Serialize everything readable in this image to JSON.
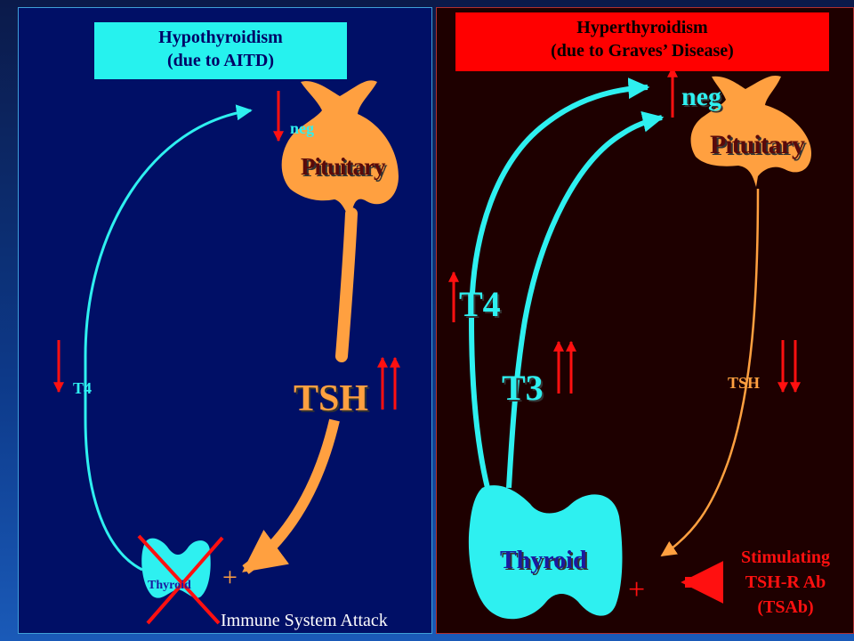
{
  "left": {
    "title_line1": "Hypothyroidism",
    "title_line2": "(due to AITD)",
    "pituitary_label": "Pituitary",
    "neg_label": "neg",
    "t4_label": "T4",
    "tsh_label": "TSH",
    "thyroid_label": "Thyroid",
    "plus_sign": "+",
    "immune_label": "Immune System Attack"
  },
  "right": {
    "title_line1": "Hyperthyroidism",
    "title_line2": "(due to Graves’ Disease)",
    "pituitary_label": "Pituitary",
    "neg_label": "neg",
    "t4_label": "T4",
    "t3_label": "T3",
    "tsh_label": "TSH",
    "thyroid_label": "Thyroid",
    "plus_sign": "+",
    "ab_line1": "Stimulating",
    "ab_line2": "TSH-R Ab",
    "ab_line3": "(TSAb)"
  },
  "colors": {
    "left_bg": "#000f66",
    "right_bg": "#1e0000",
    "cyan": "#2ef0f0",
    "orange": "#ffa040",
    "red": "#ff1010",
    "navy_text": "#1a1aa0"
  }
}
